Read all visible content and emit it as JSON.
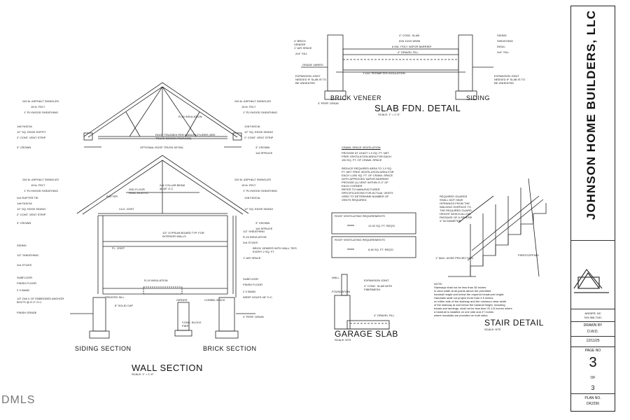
{
  "company": {
    "name": "JOHNSON HOME BUILDERS, LLC"
  },
  "title_block": {
    "location": "ANGIER, NC",
    "phone": "919-369-7161",
    "drawn_by_label": "DRAWN BY",
    "drawn_by": "D.W.D.",
    "date": "12/11/25",
    "page_no_label": "PAGE NO",
    "page_no": "3",
    "of_label": "OF",
    "total_pages": "3",
    "plan_no_label": "PLAN NO.",
    "plan_no": "DK2256"
  },
  "watermark": "DMLS",
  "wall_section": {
    "title": "WALL SECTION",
    "scale": "SCALE: 1\" = 1'-0\"",
    "siding_title": "SIDING SECTION",
    "brick_title": "BRICK SECTION",
    "optional_roof_label": "OPTIONAL ROOF TRUSS DETAIL",
    "roof_truss_note": "ROOF TRUSSES PER MANUFACTURER (SEE TRUSS DESIGN PACKAGE)",
    "left_labels": [
      "240 lb. ASPHALT SHINGLES",
      "15 lb. FELT",
      "1\" PLYWOOD SHEATHING",
      "1x8 FASCIA",
      "12\" SQ. EDGE SOFFIT",
      "2\" CONT. VENT STRIP",
      "3\" CROWN",
      "240 lb. ASPHALT SHINGLES",
      "15 lb. FELT",
      "1\" PLYWOOD SHEATHING",
      "2x4 RAFTER TIE",
      "1x8 FASCIA",
      "12\" SQ. EDGE SIDING",
      "2\" CONT. VENT STRIP",
      "3\" CROWN",
      "SIDING",
      "1/2\" SHEATHING",
      "2x4 STUDS",
      "SUBFLOOR",
      "FINISH FLOOR",
      "2 X BAND",
      "1/2\" DIA X 15\" EMBEDDED ANCHOR BOLTS @ 6'-0\" O.C.",
      "FINISH GRADE"
    ],
    "right_labels": [
      "240 lb. ASPHALT SHINGLES",
      "15 lb. FELT",
      "1\" PLYWOOD SHEATHING",
      "1X8 FASCIA",
      "12\" SQ. EDGE SIDING",
      "2\" CONT. VENT STRIP",
      "3\" CROWN",
      "1x6 SPRUCE",
      "240 lb. ASPHALT SHINGLES",
      "15 lb. FELT",
      "1\" PLYWOOD SHEATHING",
      "1X8 FASCIA",
      "12\" SQ. EDGE SIDING",
      "3\" CROWN",
      "1x6 SPRUCE",
      "1/2\" SHEATHING",
      "R-15 INSULATION",
      "2x4 STUDS",
      "BRICK VENEER WITH WALL TIES EVERY 2 SQ. FT.",
      "1\" AIR SPACE",
      "SUBFLOOR",
      "FINISH FLOOR",
      "2 X BAND",
      "WEEP HOLES 48\" O.C.",
      "4\" PERF. DRAIN"
    ],
    "interior_labels": [
      "R-30 INSULATION",
      "2x4 COLLAR BEAM @ 48\" O.C.",
      "2ND FLOOR HVAC IN ATTIC",
      "RAFTER",
      "CLG. JOIST",
      "1/2\" GYPSUM BOARD TYP. FOR INTERIOR WALLS",
      "FL. JOIST",
      "R-19 INSULATION",
      "GIRDER",
      "8\" SOLID CAP",
      "CONC. BLOCK PIER",
      "TREATED SILL",
      "CORBEL BRICK"
    ]
  },
  "slab": {
    "title": "SLAB FDN. DETAIL",
    "scale": "SCALE: 1\" = 1'-0\"",
    "brick_title": "BRICK VENEER",
    "siding_title": "SIDING",
    "labels": [
      "4\" CONC. SLAB",
      "6X6 10/10 WWM",
      "6 MIL. POLY VAPOR BARRIER",
      "4\" GRAVEL FILL",
      "1\"x24\" PERIMETER INSULATION",
      "4\" BRICK VENEER",
      "1\" AIR SPACE",
      "2x4\" SILL",
      "EXPANSION JOINT NEEDED IF SLAB IS TO BE UNHEATED",
      "4\" PERF. DRAIN",
      "SIDING",
      "SHEATHING",
      "INSUL.",
      "2x4\" SILL",
      "GRADE VARIES"
    ]
  },
  "crawl": {
    "heading": "CRAWL SPACE VENTILATION",
    "lines": [
      "PROVIDE AT LEAST 1.0 SQ. FT. NET FREE VENTILATION AREA FOR EACH 150 SQ. FT. OF CRAWL SPACE",
      "REDUCE REQUIRED AREA TO 1.0 SQ. FT. NET FREE VENTILATION AREA FOR EACH 1,500 SQ. FT. OF CRAWL SPACE WITH APPROVED VAPOR BARRIER",
      "PROVIDE (1) VENT WITHIN 3'-0\" OF EACH CORNER",
      "REFER TO MANUFACTURER SPECIFICATIONS FOR ACTUAL VENTS USED TO DETERMINE NUMBER OF VENTS REQUIRED"
    ]
  },
  "vent_req_1": {
    "heading": "ROOF VENTILATING REQUIREMENTS",
    "value": "12.92 SQ. FT. REQ'D"
  },
  "vent_req_2": {
    "heading": "ROOF VENTILATING REQUIREMENTS",
    "value": "6.46 SQ. FT. REQ'D"
  },
  "garage": {
    "title": "GARAGE SLAB",
    "scale": "SCALE: NTS",
    "labels": [
      "WALL",
      "FOUNDATION",
      "EXPANSION JOINT",
      "4\" CONC. SLAB WITH FIBERMESH",
      "4\" GRAVEL FILL"
    ]
  },
  "stair": {
    "title": "STAIR DETAIL",
    "scale": "SCALE: NTS",
    "firestop": "FIRESTOPPING",
    "nose": "1\" MAX. NOSE PROJECTION",
    "guard": "REQUIRED GUARDS SHALL NOT HAVE OPENINGS FROM THE WALKING SURFACE TO THE REQUIRED GUARD HEIGHT WHICH ALLOW PASSAGE OF A SPHERE 4\" IN DIAMETER.",
    "note_heading": "NOTE:",
    "notes": [
      "Stairways shall not be less than 36 inches",
      "in clear width at all points above the permitted",
      "handrail height and below the required headroom height.",
      "Handrails shall not project more than 4.5 inches",
      "on either side of the stairway and the minimum clear width",
      "of the stairway at and below the handrail height, including",
      "treads and landings, shall not be less than 31-1/2 inches where",
      "a handrail is installed on one side and 27 inches",
      "where handrails are provided on both sides."
    ]
  }
}
